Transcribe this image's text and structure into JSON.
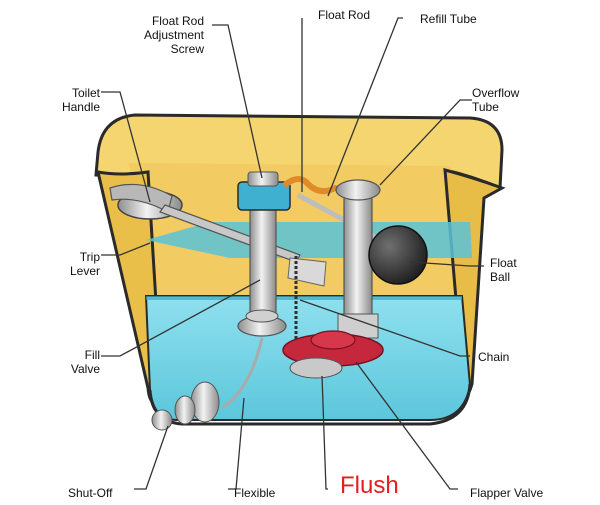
{
  "labels": {
    "float_rod_adjustment_screw": "Float Rod\nAdjustment\nScrew",
    "float_rod": "Float Rod",
    "refill_tube": "Refill Tube",
    "toilet_handle": "Toilet\nHandle",
    "overflow_tube": "Overflow\nTube",
    "trip_lever": "Trip\nLever",
    "float_ball": "Float\nBall",
    "fill_valve": "Fill\nValve",
    "chain": "Chain",
    "shut_off": "Shut-Off",
    "flexible": "Flexible",
    "flush": "Flush",
    "flapper_valve": "Flapper Valve"
  },
  "colors": {
    "tank_fill": "#f2cf6a",
    "tank_outline": "#2a2a2a",
    "water": "#7fd6e6",
    "water_surface": "#44b6cf",
    "metal": "#c9c9c9",
    "flapper": "#c5283c",
    "float_ball": "#3a3a3a",
    "leader_line": "#333333",
    "flush_text": "#e41d1d"
  }
}
